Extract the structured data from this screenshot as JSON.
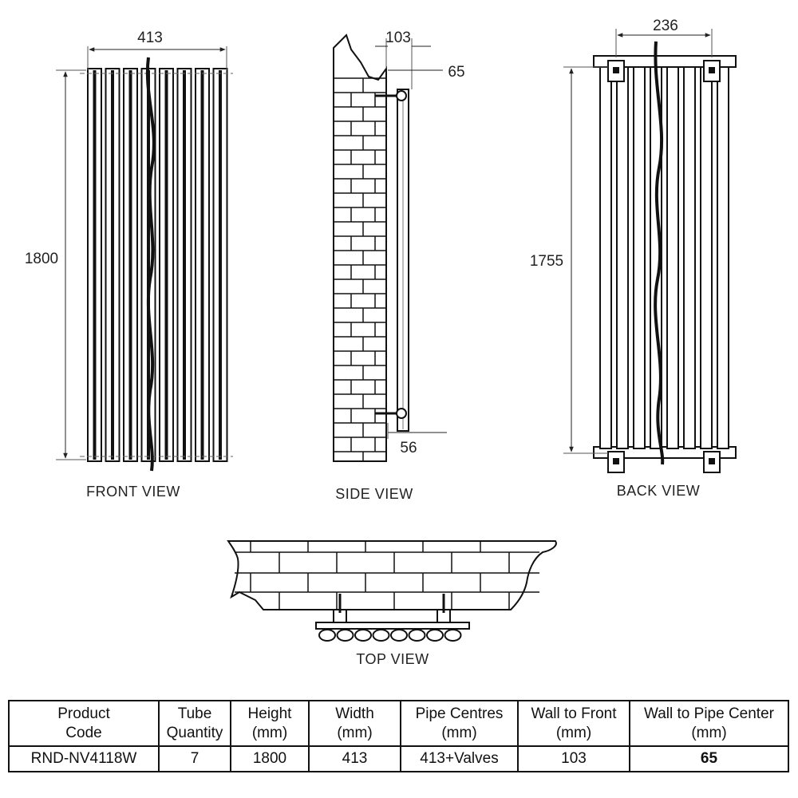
{
  "views": {
    "front": {
      "label": "FRONT VIEW",
      "width_dim": "413",
      "height_dim": "1800"
    },
    "side": {
      "label": "SIDE VIEW",
      "wall_to_front_dim": "103",
      "wall_to_pipe_dim": "65",
      "bottom_dim": "56"
    },
    "back": {
      "label": "BACK VIEW",
      "bracket_width_dim": "236",
      "height_dim": "1755"
    },
    "top": {
      "label": "TOP VIEW"
    }
  },
  "spec_table": {
    "headers": [
      {
        "line1": "Product",
        "line2": "Code"
      },
      {
        "line1": "Tube",
        "line2": "Quantity"
      },
      {
        "line1": "Height",
        "line2": "(mm)"
      },
      {
        "line1": "Width",
        "line2": "(mm)"
      },
      {
        "line1": "Pipe Centres",
        "line2": "(mm)"
      },
      {
        "line1": "Wall to Front",
        "line2": "(mm)"
      },
      {
        "line1": "Wall to Pipe Center",
        "line2": "(mm)"
      }
    ],
    "row": [
      "RND-NV4118W",
      "7",
      "1800",
      "413",
      "413+Valves",
      "103",
      "65"
    ]
  }
}
